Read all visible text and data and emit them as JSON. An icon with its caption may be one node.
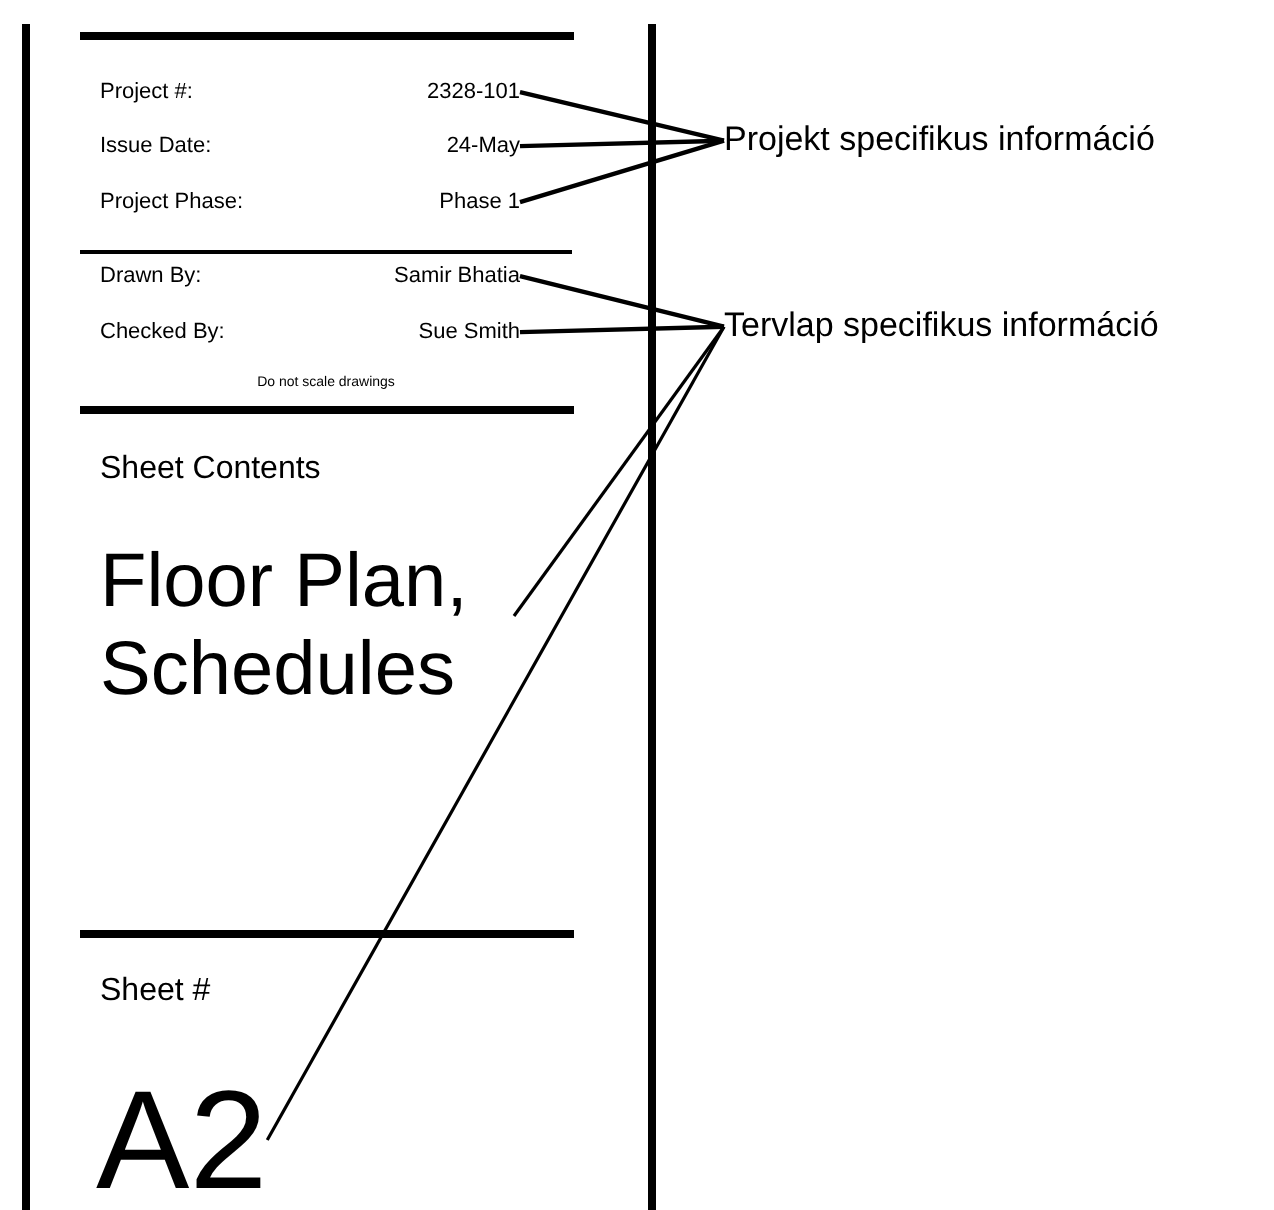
{
  "diagram": {
    "nodes": [
      {
        "text": [
          "Projekt specifikus információ"
        ]
      },
      {
        "text": [
          "Tervlap specifikus információ"
        ]
      },
      {
        "text": [
          "2328-101"
        ]
      },
      {
        "text": [
          "24-May"
        ]
      },
      {
        "text": [
          "Phase 1"
        ]
      },
      {
        "text": [
          "Samir Bhatia"
        ]
      },
      {
        "text": [
          "Sue Smith"
        ]
      },
      {
        "text": [
          "Floor Plan, Schedules"
        ]
      },
      {
        "text": [
          "A2"
        ]
      }
    ],
    "edges": [
      {
        "from": 0,
        "to": 2,
        "arrow": "none"
      },
      {
        "from": 0,
        "to": 3,
        "arrow": "none"
      },
      {
        "from": 0,
        "to": 4,
        "arrow": "none"
      },
      {
        "from": 1,
        "to": 5,
        "arrow": "none"
      },
      {
        "from": 1,
        "to": 6,
        "arrow": "none"
      },
      {
        "from": 1,
        "to": 7,
        "arrow": "none"
      },
      {
        "from": 1,
        "to": 8,
        "arrow": "none"
      }
    ],
    "labels": [
      "Project #:",
      "Issue Date:",
      "Project Phase:",
      "Drawn By:",
      "Checked By:",
      "Do not scale drawings",
      "Sheet Contents",
      "Sheet #"
    ]
  }
}
